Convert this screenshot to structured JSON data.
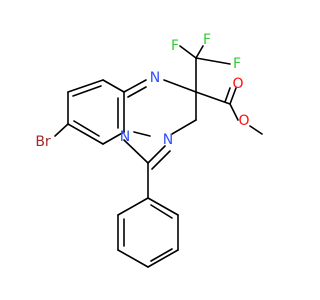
{
  "molecule": {
    "atoms": {
      "f1": {
        "symbol": "F",
        "color": "#33cc33"
      },
      "f2": {
        "symbol": "F",
        "color": "#33cc33"
      },
      "f3": {
        "symbol": "F",
        "color": "#33cc33"
      },
      "n_upper": {
        "symbol": "N",
        "color": "#3050f8"
      },
      "n_lower": {
        "symbol": "N",
        "color": "#3050f8"
      },
      "n_bridge": {
        "symbol": "N",
        "color": "#3050f8"
      },
      "o_carbonyl": {
        "symbol": "O",
        "color": "#ff0d0d"
      },
      "o_ester": {
        "symbol": "O",
        "color": "#ff0d0d"
      },
      "br": {
        "symbol": "Br",
        "color": "#a62929"
      }
    },
    "bond_color": "#000000"
  }
}
